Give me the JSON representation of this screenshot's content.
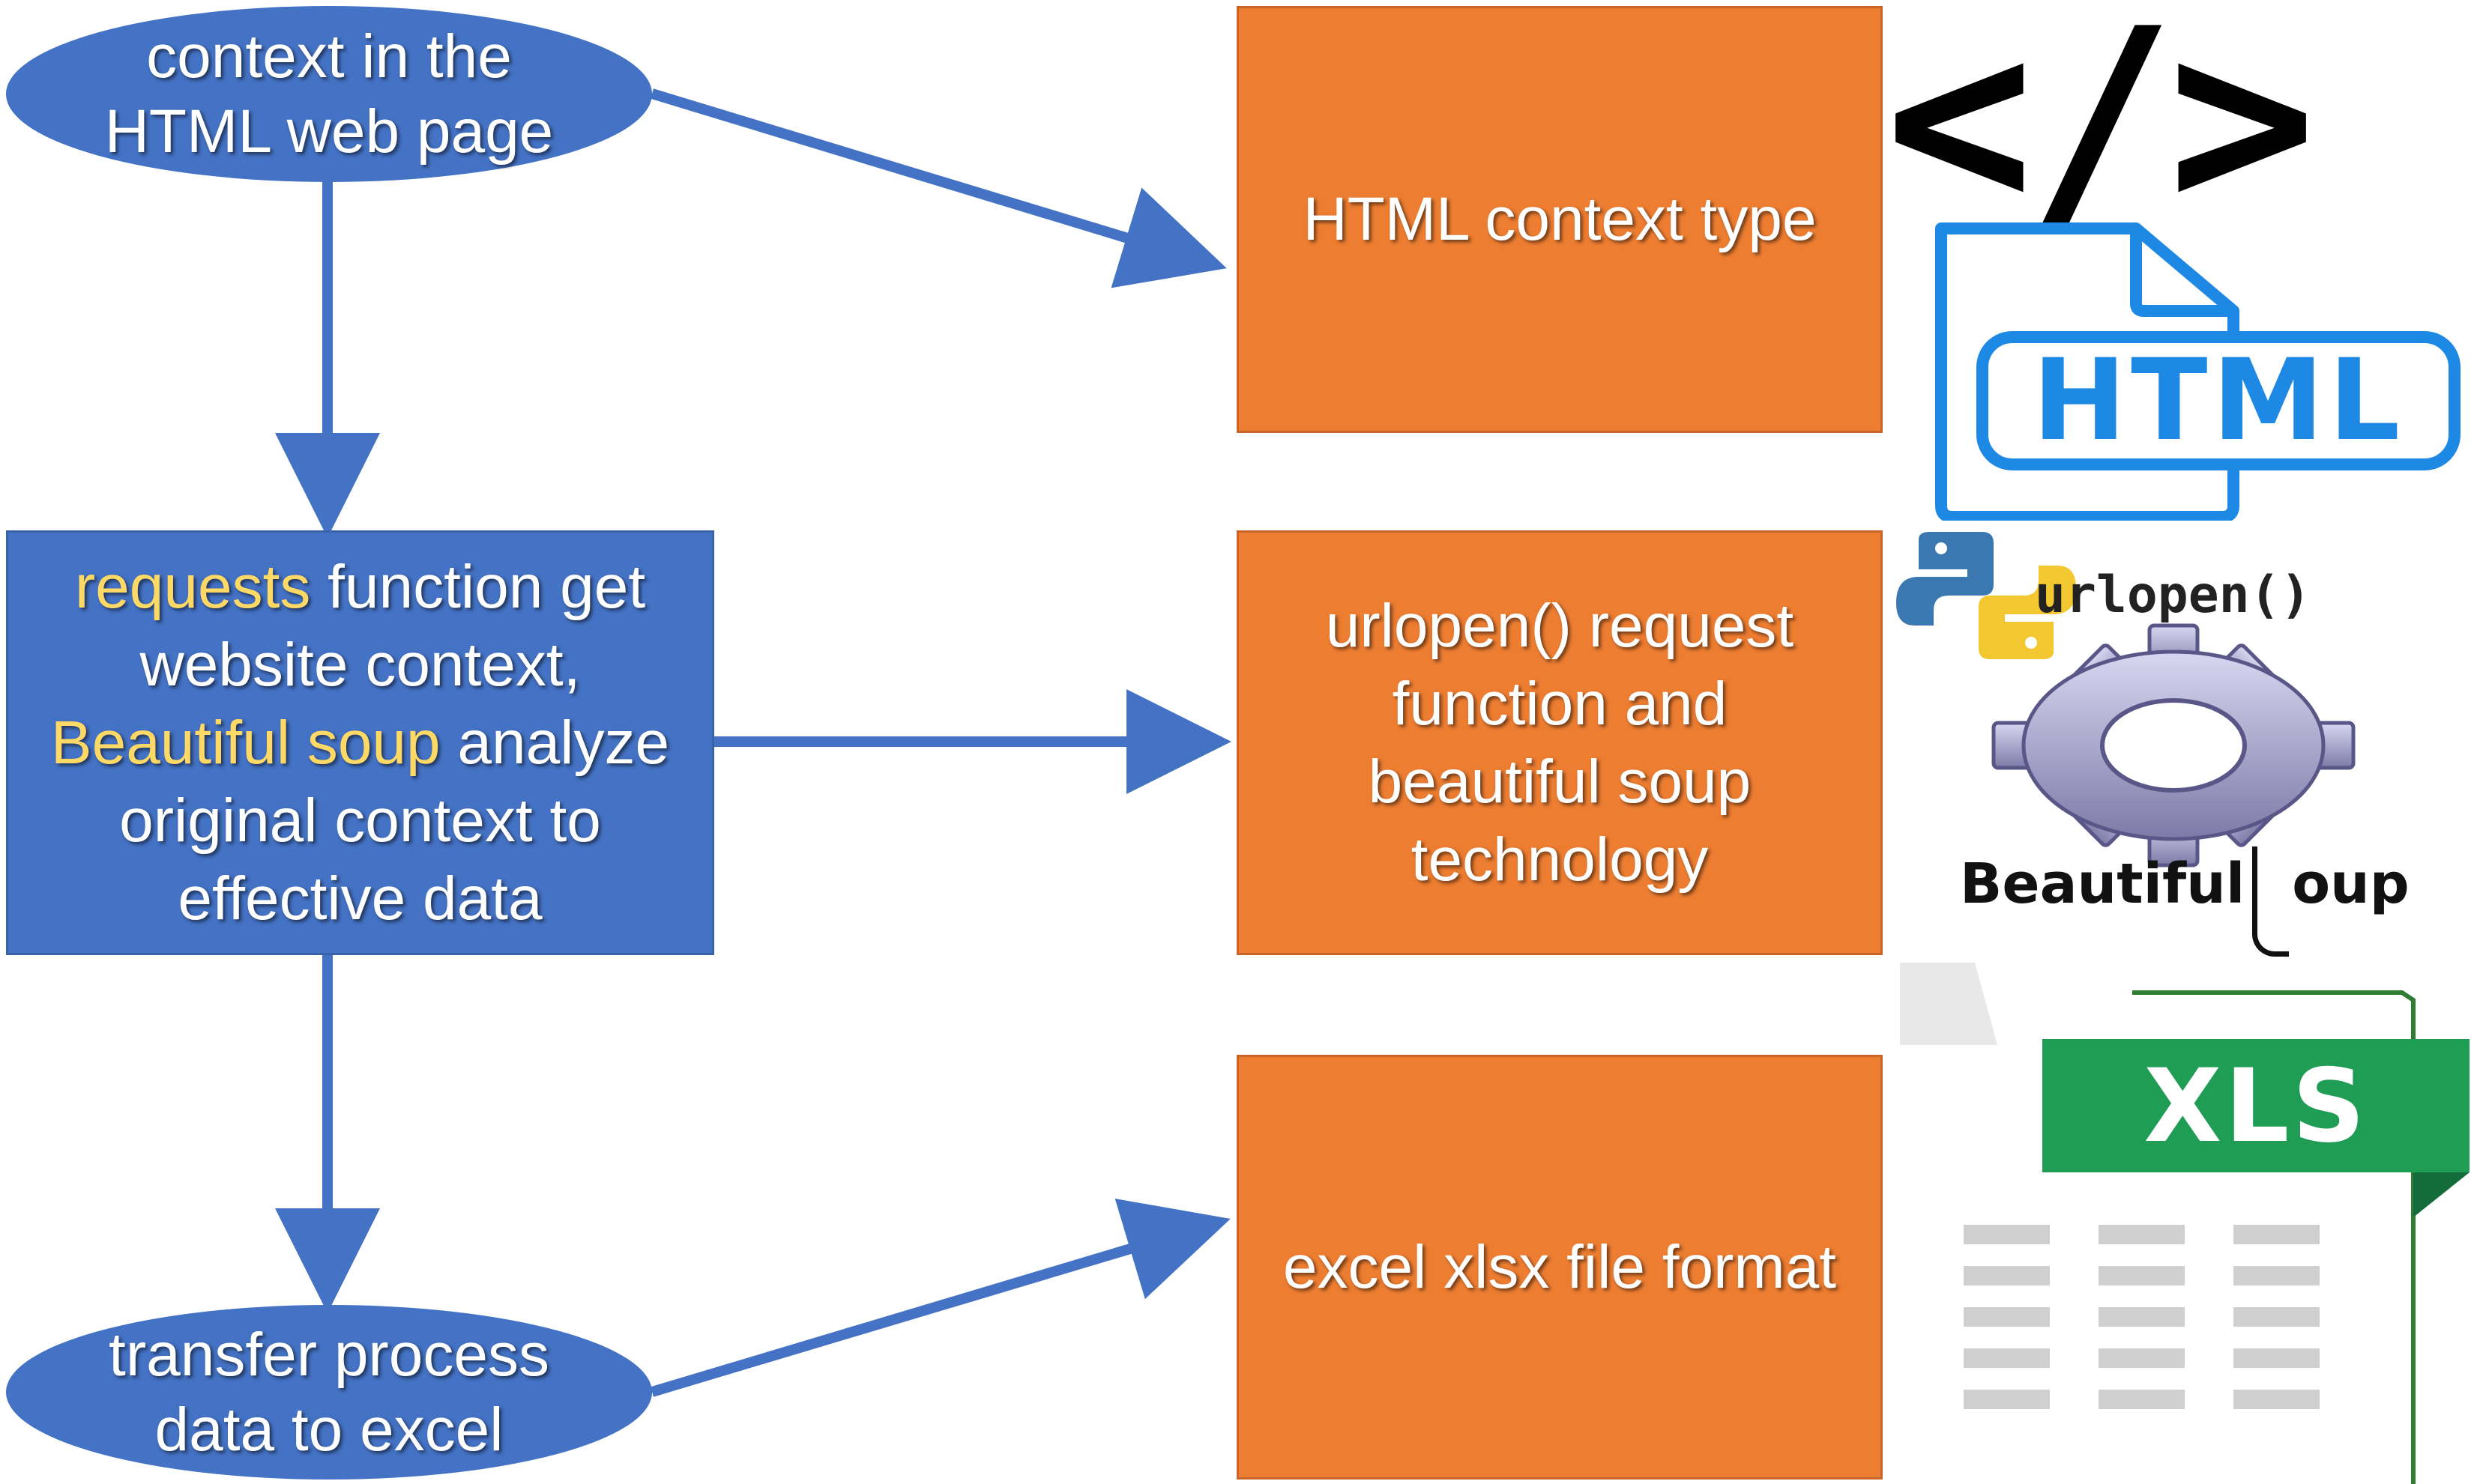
{
  "nodes": {
    "top_left": {
      "line1": "context in the",
      "line2": "HTML web page"
    },
    "middle_left": {
      "l1_hl": "requests",
      "l1_rest": " function get",
      "l2": "website context,",
      "l3_hl": "Beautiful soup",
      "l3_rest": " analyze",
      "l4": "original context to",
      "l5": "effective data"
    },
    "bottom_left": {
      "line1": "transfer process",
      "line2": "data to excel"
    },
    "top_right": {
      "text": "HTML context type"
    },
    "middle_right": {
      "line1": "urlopen() request",
      "line2": "function and",
      "line3": "beautiful soup",
      "line4": "technology"
    },
    "bottom_right": {
      "text": "excel xlsx file format"
    }
  },
  "icons": {
    "code_tag": "</>",
    "html_file_label": "HTML",
    "urlopen_label": "urlopen()",
    "bs_label_a": "Beautiful",
    "bs_label_b": "oup",
    "xls_label": "XLS"
  },
  "colors": {
    "blue": "#4472c4",
    "orange": "#ed7d31",
    "highlight": "#ffd966",
    "html_icon": "#1e88e5",
    "xls_green": "#1f9d55"
  }
}
